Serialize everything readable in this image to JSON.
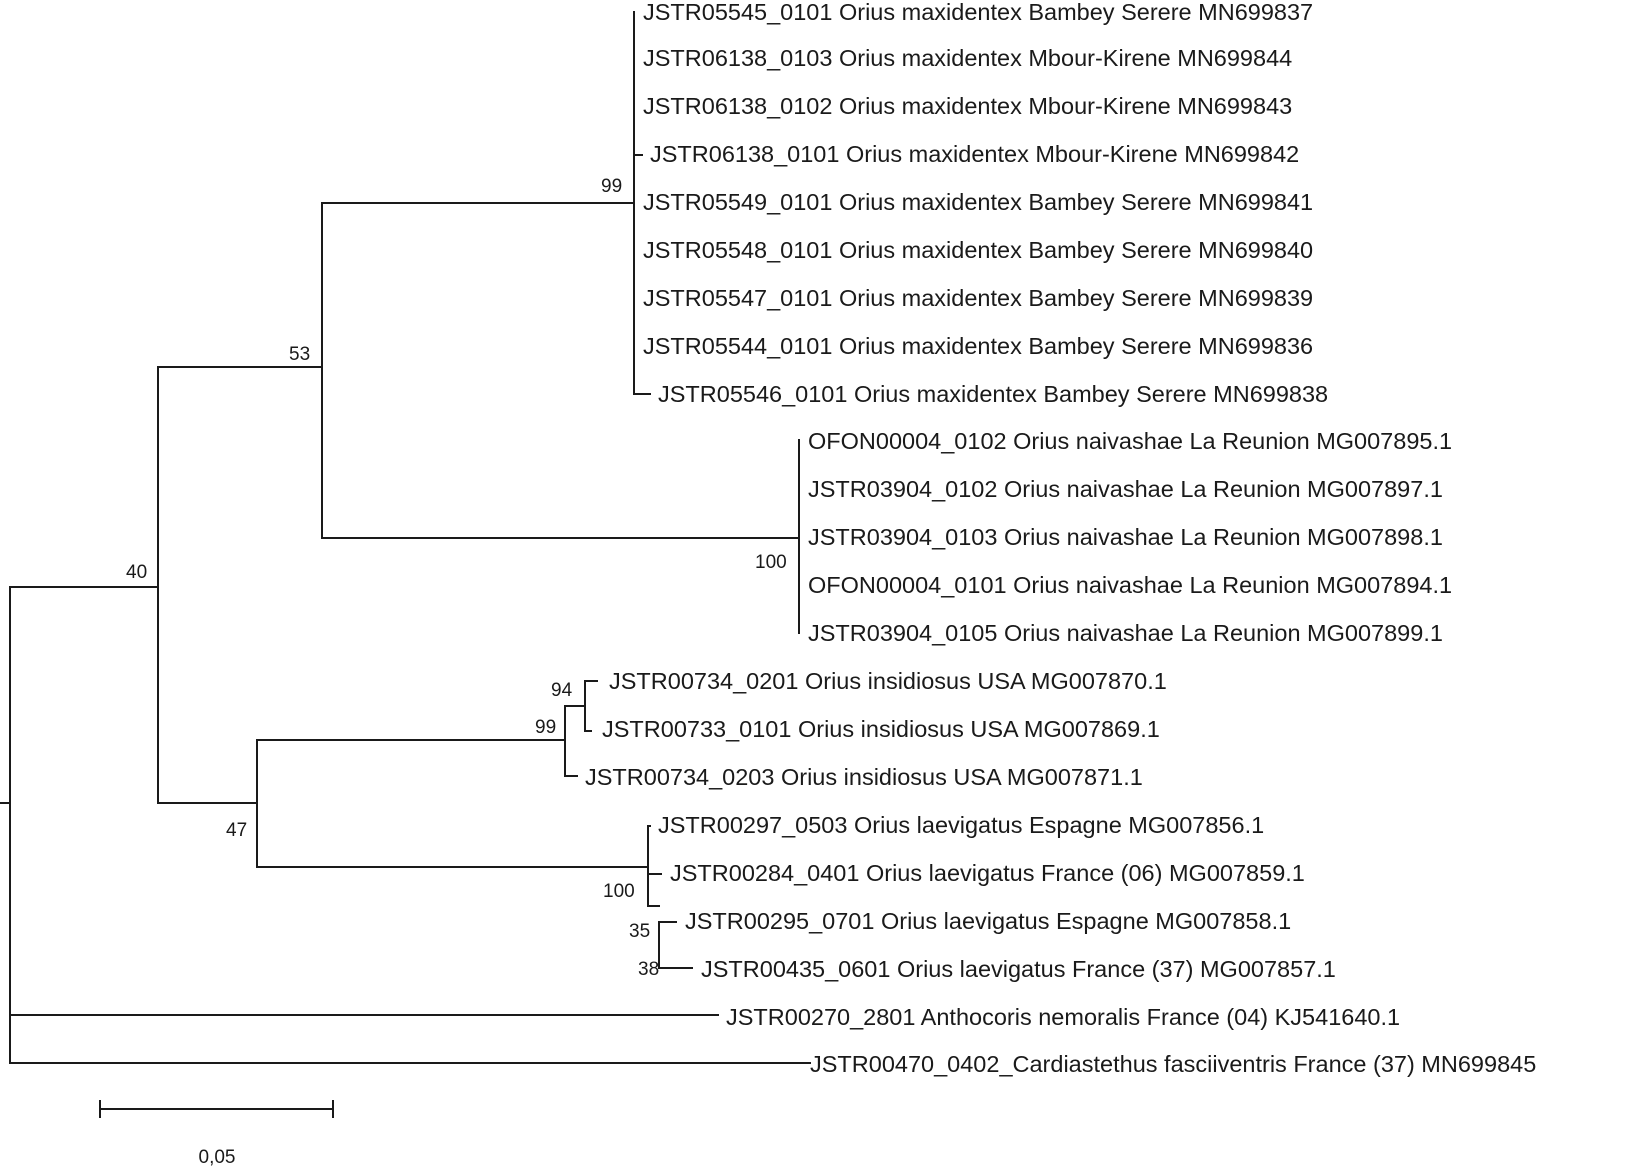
{
  "tree": {
    "taxa": [
      "JSTR05545_0101 Orius maxidentex Bambey Serere MN699837",
      "JSTR06138_0103 Orius maxidentex Mbour-Kirene MN699844",
      "JSTR06138_0102 Orius maxidentex Mbour-Kirene MN699843",
      "JSTR06138_0101 Orius maxidentex Mbour-Kirene MN699842",
      "JSTR05549_0101 Orius maxidentex Bambey Serere MN699841",
      "JSTR05548_0101 Orius maxidentex Bambey Serere MN699840",
      "JSTR05547_0101 Orius maxidentex Bambey Serere MN699839",
      "JSTR05544_0101 Orius maxidentex Bambey Serere MN699836",
      "JSTR05546_0101 Orius maxidentex Bambey Serere MN699838",
      "OFON00004_0102 Orius naivashae La Reunion MG007895.1",
      "JSTR03904_0102 Orius naivashae La Reunion MG007897.1",
      "JSTR03904_0103 Orius naivashae La Reunion MG007898.1",
      "OFON00004_0101 Orius naivashae La Reunion MG007894.1",
      "JSTR03904_0105 Orius naivashae La Reunion MG007899.1",
      "JSTR00734_0201 Orius insidiosus USA MG007870.1",
      "JSTR00733_0101 Orius insidiosus USA MG007869.1",
      "JSTR00734_0203 Orius insidiosus USA MG007871.1",
      "JSTR00297_0503 Orius laevigatus Espagne MG007856.1",
      "JSTR00284_0401 Orius laevigatus France (06) MG007859.1",
      "JSTR00295_0701 Orius laevigatus Espagne MG007858.1",
      "JSTR00435_0601 Orius laevigatus France (37) MG007857.1",
      "JSTR00270_2801 Anthocoris nemoralis France (04) KJ541640.1",
      "JSTR00470_0402_Cardiastethus fasciiventris France (37) MN699845"
    ],
    "support_values": {
      "maxidentex": "99",
      "maxidentex_naivashae": "53",
      "ingroup": "40",
      "naivashae": "100",
      "insidiosus_pair": "94",
      "insidiosus": "99",
      "insidiosus_laevigatus": "47",
      "laevigatus": "100",
      "laevigatus_inner": "35",
      "laevigatus_pair": "38"
    },
    "scale_bar": {
      "label": "0,05",
      "value": 0.05
    }
  }
}
